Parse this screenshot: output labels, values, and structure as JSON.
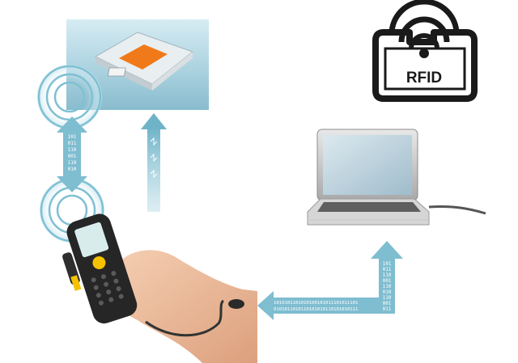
{
  "rfid_logo": {
    "label": "RFID",
    "icon": "rfid-wireless-icon"
  },
  "tag_panel": {
    "icon": "rfid-tag-icon",
    "tag_color": "#f07a1a",
    "panel_color": "#a9d2df"
  },
  "reader": {
    "icon": "handheld-scanner-icon",
    "keypad_accent": "#f4c200"
  },
  "laptop": {
    "icon": "laptop-icon"
  },
  "links": {
    "color": "#7fbdd0",
    "vertical_bits": [
      "101",
      "011",
      "110",
      "001",
      "110",
      "010"
    ],
    "vertical_bits_right": [
      "101",
      "011",
      "110",
      "001",
      "110",
      "010",
      "110",
      "001",
      "011"
    ],
    "horizontal_bits_top": "1010101101010100101011101011101",
    "horizontal_bits_bottom": "0101011010110101010110101010111"
  }
}
